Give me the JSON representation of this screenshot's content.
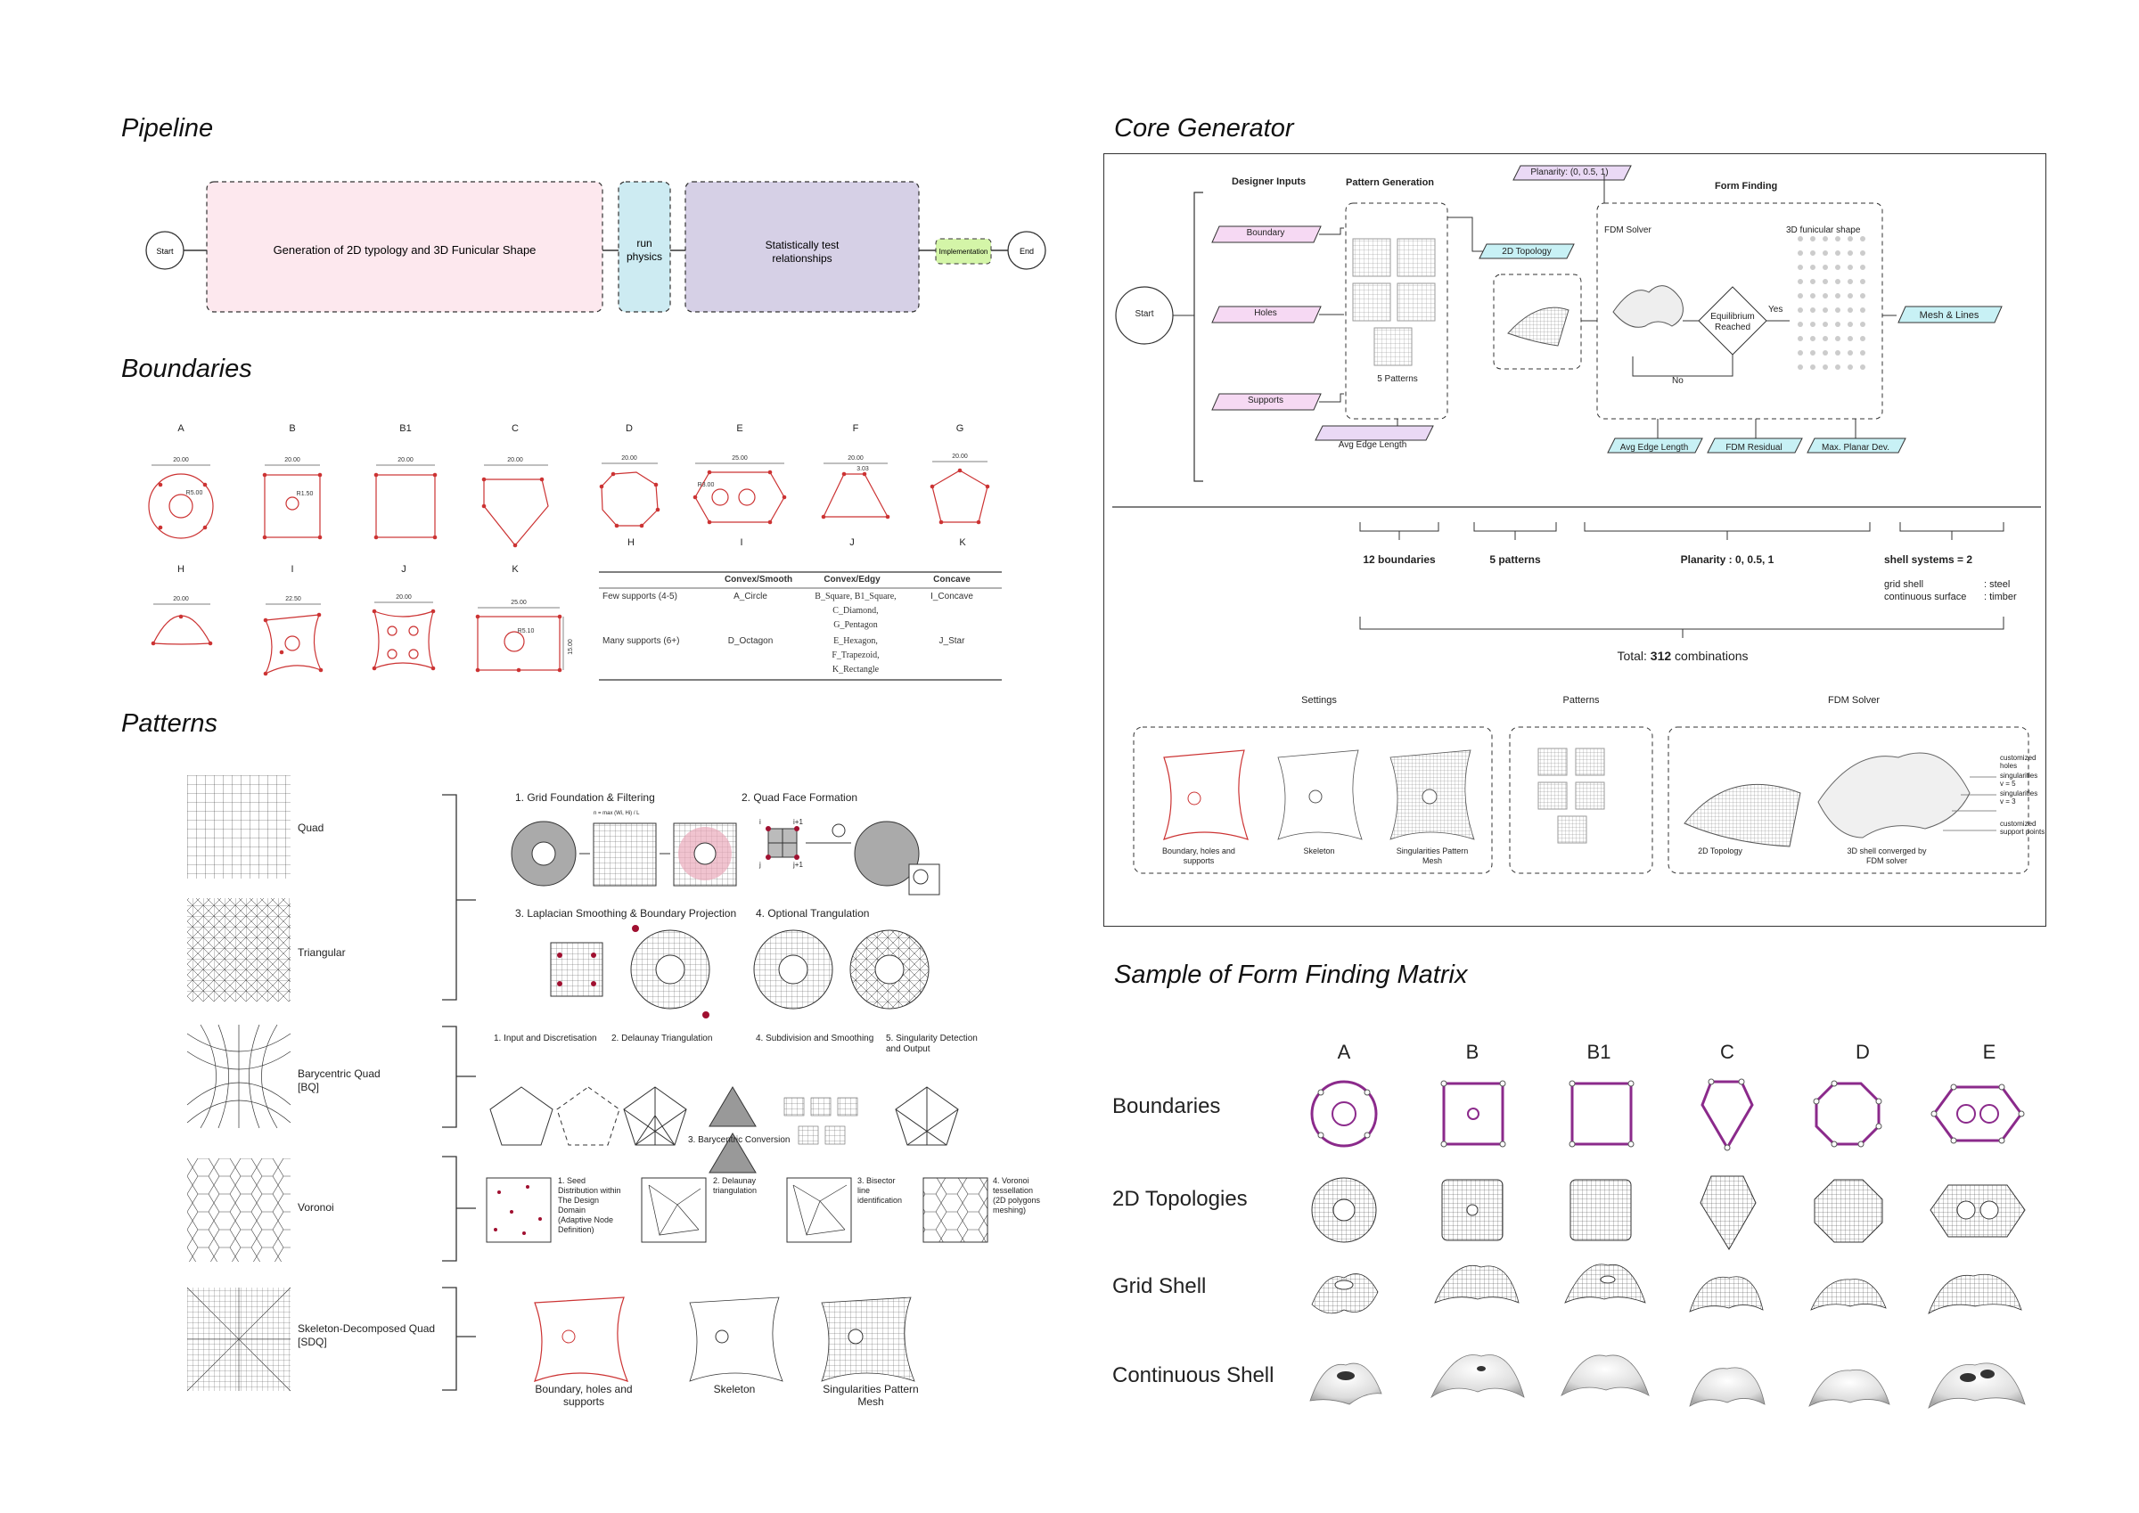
{
  "sections": {
    "pipeline": "Pipeline",
    "boundaries": "Boundaries",
    "patterns": "Patterns",
    "core_generator": "Core Generator",
    "matrix": "Sample of Form Finding Matrix"
  },
  "pipeline": {
    "start": "Start",
    "step1": "Generation of 2D typology and 3D Funicular Shape",
    "step2_l1": "run",
    "step2_l2": "physics",
    "step3_l1": "Statistically test",
    "step3_l2": "relationships",
    "step4": "Implementation",
    "end": "End",
    "colors": {
      "step1": "#fde8ee",
      "step2": "#cdebf2",
      "step3": "#d6d0e6",
      "step4": "#d4f5a8"
    }
  },
  "boundaries": {
    "row1": [
      {
        "label": "A",
        "dim": "20.00",
        "r": "R5.00"
      },
      {
        "label": "B",
        "dim": "20.00",
        "r": "R1.50"
      },
      {
        "label": "B1",
        "dim": "20.00"
      },
      {
        "label": "C",
        "dim": "20.00"
      },
      {
        "label": "D",
        "dim": "20.00"
      },
      {
        "label": "E",
        "dim": "25.00",
        "r": "R3.00"
      },
      {
        "label": "F",
        "dim": "20.00",
        "r": "3.03"
      },
      {
        "label": "G",
        "dim": "20.00"
      }
    ],
    "row2": [
      {
        "label": "H",
        "dim": "20.00"
      },
      {
        "label": "I",
        "dim": "22.50"
      },
      {
        "label": "J",
        "dim": "20.00"
      },
      {
        "label": "K",
        "dim": "25.00",
        "r": "R5.10",
        "side": "15.00"
      }
    ],
    "table_top_labels": [
      "H",
      "I",
      "J",
      "K"
    ],
    "table": {
      "headers": [
        "",
        "Convex/Smooth",
        "Convex/Edgy",
        "Concave"
      ],
      "rows": [
        [
          "Few supports (4-5)",
          "A_Circle",
          "B_Square, B1_Square,\nC_Diamond,\nG_Pentagon",
          "I_Concave"
        ],
        [
          "Many supports (6+)",
          "D_Octagon",
          "E_Hexagon,\nF_Trapezoid,\nK_Rectangle",
          "J_Star"
        ]
      ]
    }
  },
  "patterns": {
    "names": [
      "Quad",
      "Triangular",
      "Barycentric Quad\n[BQ]",
      "Voronoi",
      "Skeleton-Decomposed Quad\n[SDQ]"
    ],
    "quad_steps": [
      "1. Grid Foundation & Filtering",
      "2. Quad Face Formation",
      "3. Laplacian Smoothing & Boundary Projection",
      "4. Optional Trangulation"
    ],
    "quad_small": {
      "formula": "n = max (Wi, Hi) / L",
      "i": "i",
      "i1": "i+1",
      "j": "j",
      "j1": "j+1"
    },
    "bq_steps": [
      "1. Input and Discretisation",
      "2. Delaunay Triangulation",
      "4. Subdivision and Smoothing",
      "5. Singularity Detection\nand Output",
      "3. Barycentric Conversion"
    ],
    "voronoi_steps": [
      "1.  Seed\nDistribution within\nThe Design\nDomain\n(Adaptive Node\nDefinition)",
      "2.  Delaunay\ntriangulation",
      "3.  Bisector\nline\nidentification",
      "4.  Voronoi\ntessellation\n(2D polygons\nmeshing)"
    ],
    "sdq_steps": [
      "Boundary, holes and\nsupports",
      "Skeleton",
      "Singularities Pattern\nMesh"
    ]
  },
  "core": {
    "start": "Start",
    "designer_inputs": "Designer Inputs",
    "pattern_generation": "Pattern Generation",
    "form_finding": "Form Finding",
    "planarity": "Planarity: (0, 0.5, 1)",
    "inputs": [
      "Boundary",
      "Holes",
      "Supports"
    ],
    "patterns_label": "5 Patterns",
    "topology": "2D Topology",
    "fdm_solver": "FDM Solver",
    "funicular": "3D funicular shape",
    "equilibrium_l1": "Equilibrium",
    "equilibrium_l2": "Reached",
    "yes": "Yes",
    "no": "No",
    "mesh_lines": "Mesh & Lines",
    "outputs": [
      "Avg Edge Length",
      "Avg Edge Length",
      "FDM Residual",
      "Max. Planar Dev."
    ],
    "counts": [
      "12 boundaries",
      "5 patterns",
      "Planarity : 0, 0.5, 1",
      "shell systems = 2"
    ],
    "systems": [
      [
        "grid shell",
        ": steel"
      ],
      [
        "continuous surface",
        ": timber"
      ]
    ],
    "total_prefix": "Total: ",
    "total_value": "312",
    "total_suffix": " combinations",
    "panels": [
      "Settings",
      "Patterns",
      "FDM Solver"
    ],
    "settings_captions": [
      "Boundary, holes and\nsupports",
      "Skeleton",
      "Singularities Pattern\nMesh"
    ],
    "fdm_captions": [
      "2D Topology",
      "3D shell converged by\nFDM solver"
    ],
    "fdm_notes": [
      "customized\nholes",
      "singularities\nv = 5",
      "singularities\nv = 3",
      "customized\nsupport points"
    ],
    "colors": {
      "pink": "#f6d9f3",
      "cyan": "#c8f1f5",
      "lav": "#ead9f5"
    }
  },
  "matrix": {
    "columns": [
      "A",
      "B",
      "B1",
      "C",
      "D",
      "E"
    ],
    "rows": [
      "Boundaries",
      "2D Topologies",
      "Grid Shell",
      "Continuous Shell"
    ]
  }
}
